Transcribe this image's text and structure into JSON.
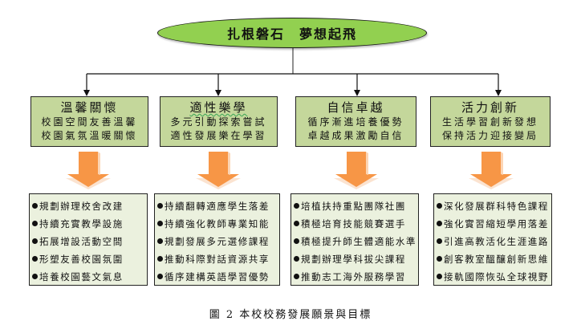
{
  "diagram": {
    "root": {
      "label": "扎根磐石　夢想起飛",
      "fill_color": "#92d050"
    },
    "branches": [
      {
        "title": "溫馨關懷",
        "subtitle_lines": [
          "校園空間友善溫馨",
          "校園氣氛溫暖關懷"
        ],
        "items": [
          "規劃辦理校舍改建",
          "持續充實教學設施",
          "拓展增設活動空間",
          "形塑友善校園氛圍",
          "培養校園藝文氣息"
        ]
      },
      {
        "title": "適性樂學",
        "subtitle_lines": [
          "多元引動探索嘗試",
          "適性發展樂在學習"
        ],
        "items": [
          "持續翻轉適應學生落差",
          "持續強化教師專業知能",
          "規劃發展多元選修課程",
          "推動科際對話資源共享",
          "循序建構英語學習優勢"
        ]
      },
      {
        "title": "自信卓越",
        "subtitle_lines": [
          "循序漸進培養優勢",
          "卓越成果激勵自信"
        ],
        "items": [
          "培植扶持重點團隊社團",
          "積極培育技能競賽選手",
          "積極提升師生體適能水準",
          "規劃辦理學科拔尖課程",
          "推動志工海外服務學習"
        ]
      },
      {
        "title": "活力創新",
        "subtitle_lines": [
          "生活學習創新發想",
          "保持活力迎接變局"
        ],
        "items": [
          "深化發展群科特色課程",
          "強化實習縮短學用落差",
          "引進高教活化生涯進路",
          "創客教室醞釀創新思維",
          "接軌國際恢弘全球視野"
        ]
      }
    ],
    "colors": {
      "top_box_fill": "#c4d79b",
      "bottom_box_fill": "#ebf1de",
      "arrow_fill": "#f79646",
      "line_color": "#000000"
    }
  },
  "caption": "圖 2  本校校務發展願景與目標"
}
